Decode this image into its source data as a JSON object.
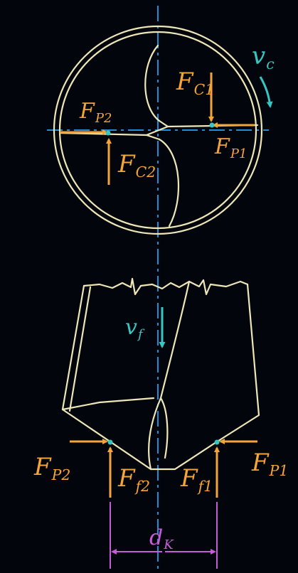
{
  "colors": {
    "background": "#02050c",
    "outline": "#efe6b8",
    "force": "#f3a53a",
    "axis": "#1e8fd6",
    "velocity": "#38c6c0",
    "dimension": "#c65cd8"
  },
  "top_view": {
    "labels": {
      "fc1": {
        "main": "F",
        "sub": "C1"
      },
      "fc2": {
        "main": "F",
        "sub": "C2"
      },
      "fp1": {
        "main": "F",
        "sub": "P1"
      },
      "fp2": {
        "main": "F",
        "sub": "P2"
      },
      "vc": {
        "main": "v",
        "sub": "c"
      }
    }
  },
  "side_view": {
    "labels": {
      "vf": {
        "main": "v",
        "sub": "f"
      },
      "fp1": {
        "main": "F",
        "sub": "P1"
      },
      "fp2": {
        "main": "F",
        "sub": "P2"
      },
      "ff1": {
        "main": "F",
        "sub": "f1"
      },
      "ff2": {
        "main": "F",
        "sub": "f2"
      },
      "dk": {
        "main": "d",
        "sub": "K"
      }
    }
  }
}
